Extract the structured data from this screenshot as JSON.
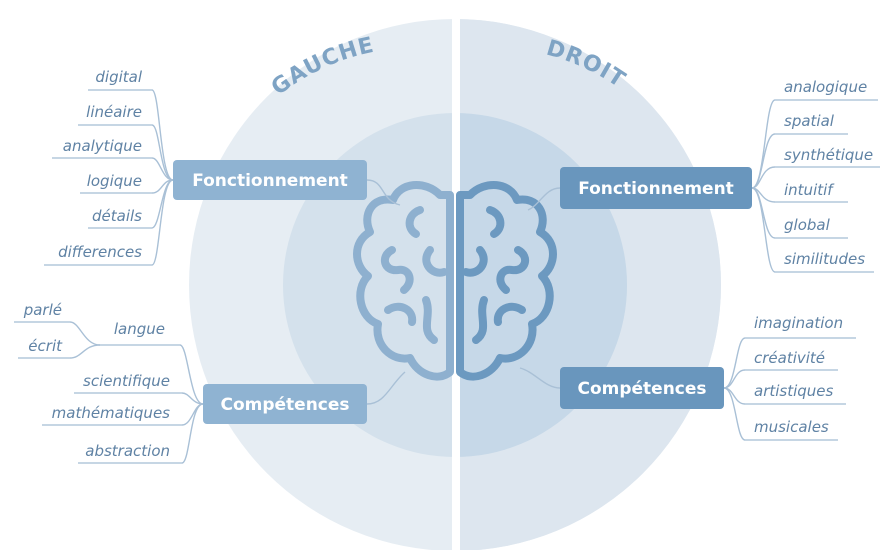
{
  "titles": {
    "left": "GAUCHE",
    "right": "DROIT"
  },
  "left": {
    "fonctionnement": {
      "label": "Fonctionnement",
      "items": [
        "digital",
        "linéaire",
        "analytique",
        "logique",
        "détails",
        "differences"
      ]
    },
    "competences": {
      "label": "Compétences",
      "items": [
        "langue",
        "scientifique",
        "mathématiques",
        "abstraction"
      ],
      "sub_items": [
        "parlé",
        "écrit"
      ]
    }
  },
  "right": {
    "fonctionnement": {
      "label": "Fonctionnement",
      "items": [
        "analogique",
        "spatial",
        "synthétique",
        "intuitif",
        "global",
        "similitudes"
      ]
    },
    "competences": {
      "label": "Compétences",
      "items": [
        "imagination",
        "créativité",
        "artistiques",
        "musicales"
      ]
    }
  },
  "colors": {
    "outer_left": "#e8eef4",
    "outer_right": "#e1e9f1",
    "inner_left": "#d3e0ec",
    "inner_right": "#c4d6e7",
    "box_left": "#8fb3d2",
    "box_right": "#6996bd",
    "brain_left": "#8eb0cf",
    "brain_right": "#6c99c0",
    "text": "#5f82a4",
    "title": "#7ea3c4"
  },
  "icons": [
    "brain-left-hemisphere-icon",
    "brain-right-hemisphere-icon"
  ]
}
